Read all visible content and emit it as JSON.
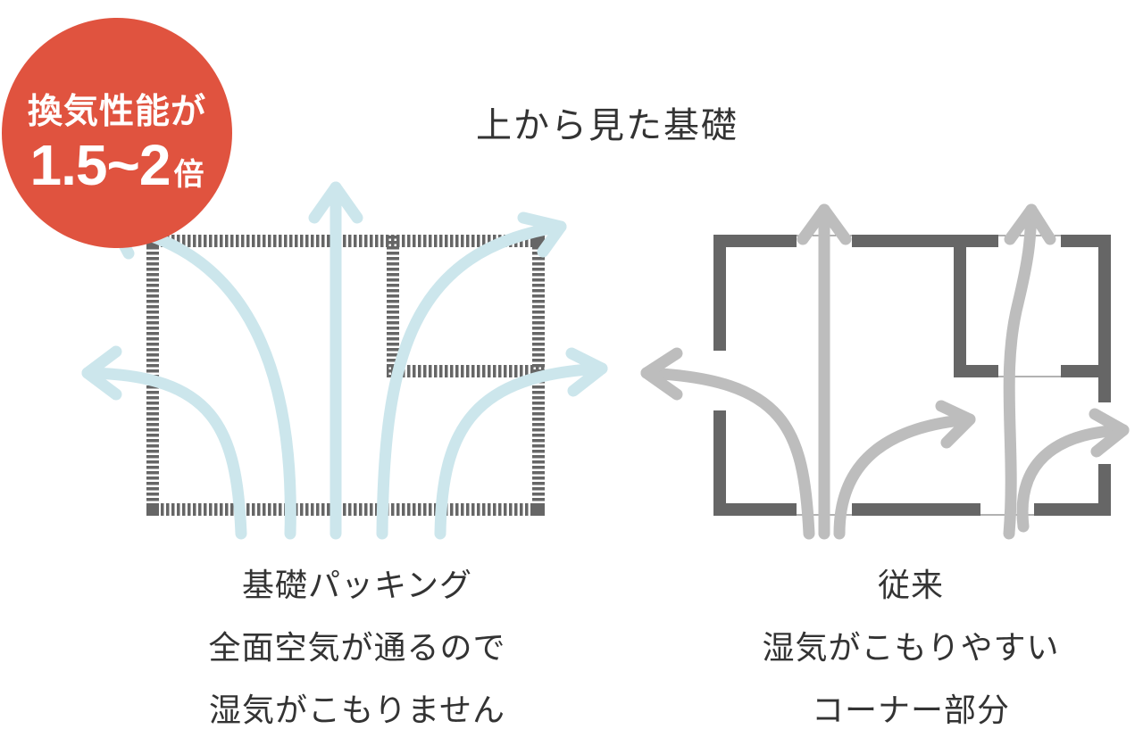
{
  "title": "上から見た基礎",
  "badge": {
    "line1": "換気性能が",
    "value": "1.5~2",
    "unit": "倍"
  },
  "left_caption": {
    "line1": "基礎パッキング",
    "line2": "全面空気が通るので",
    "line3": "湿気がこもりません"
  },
  "right_caption": {
    "line1": "従来",
    "line2": "湿気がこもりやすい",
    "line3": "コーナー部分"
  },
  "colors": {
    "badge": "#e0533f",
    "wall": "#666666",
    "arrow_fresh": "#cce6ec",
    "arrow_conventional": "#bdbdbd"
  }
}
